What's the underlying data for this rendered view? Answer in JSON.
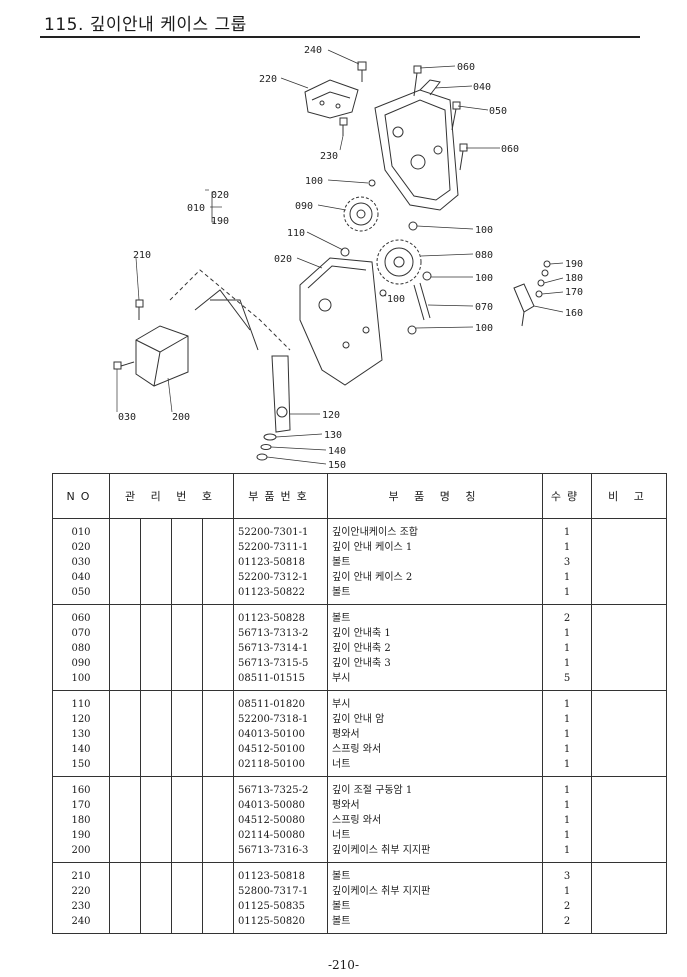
{
  "header": {
    "title": "115. 깊이안내 케이스 그룹"
  },
  "diagram": {
    "labels": {
      "l010": "010",
      "l020a": "020",
      "l190a": "190",
      "l020b": "020",
      "l030": "030",
      "l040": "040",
      "l050": "050",
      "l060a": "060",
      "l060b": "060",
      "l070": "070",
      "l080": "080",
      "l090": "090",
      "l100a": "100",
      "l100b": "100",
      "l100c": "100",
      "l100d": "100",
      "l100e": "100",
      "l110": "110",
      "l120": "120",
      "l130": "130",
      "l140": "140",
      "l150": "150",
      "l160": "160",
      "l170": "170",
      "l180": "180",
      "l190b": "190",
      "l200": "200",
      "l210": "210",
      "l220": "220",
      "l230": "230",
      "l240": "240"
    }
  },
  "table": {
    "headers": {
      "no": "NO",
      "mgmt": "관 리 번 호",
      "code": "부품번호",
      "name": "부 품 명 칭",
      "qty": "수량",
      "remark": "비 고"
    },
    "groups": [
      [
        {
          "no": "010",
          "code": "52200-7301-1",
          "name": "깊이안내케이스 조합",
          "qty": "1"
        },
        {
          "no": "020",
          "code": "52200-7311-1",
          "name": "깊이 안내 케이스 1",
          "qty": "1"
        },
        {
          "no": "030",
          "code": "01123-50818",
          "name": "볼트",
          "qty": "3"
        },
        {
          "no": "040",
          "code": "52200-7312-1",
          "name": "깊이 안내 케이스 2",
          "qty": "1"
        },
        {
          "no": "050",
          "code": "01123-50822",
          "name": "볼트",
          "qty": "1"
        }
      ],
      [
        {
          "no": "060",
          "code": "01123-50828",
          "name": "볼트",
          "qty": "2"
        },
        {
          "no": "070",
          "code": "56713-7313-2",
          "name": "깊이 안내축 1",
          "qty": "1"
        },
        {
          "no": "080",
          "code": "56713-7314-1",
          "name": "깊이 안내축 2",
          "qty": "1"
        },
        {
          "no": "090",
          "code": "56713-7315-5",
          "name": "깊이 안내축 3",
          "qty": "1"
        },
        {
          "no": "100",
          "code": "08511-01515",
          "name": "부시",
          "qty": "5"
        }
      ],
      [
        {
          "no": "110",
          "code": "08511-01820",
          "name": "부시",
          "qty": "1"
        },
        {
          "no": "120",
          "code": "52200-7318-1",
          "name": "깊이 안내 암",
          "qty": "1"
        },
        {
          "no": "130",
          "code": "04013-50100",
          "name": "평와서",
          "qty": "1"
        },
        {
          "no": "140",
          "code": "04512-50100",
          "name": "스프링 와서",
          "qty": "1"
        },
        {
          "no": "150",
          "code": "02118-50100",
          "name": "너트",
          "qty": "1"
        }
      ],
      [
        {
          "no": "160",
          "code": "56713-7325-2",
          "name": "깊이 조절 구동암 1",
          "qty": "1"
        },
        {
          "no": "170",
          "code": "04013-50080",
          "name": "평와서",
          "qty": "1"
        },
        {
          "no": "180",
          "code": "04512-50080",
          "name": "스프링 와서",
          "qty": "1"
        },
        {
          "no": "190",
          "code": "02114-50080",
          "name": "너트",
          "qty": "1"
        },
        {
          "no": "200",
          "code": "56713-7316-3",
          "name": "깊이케이스 취부 지지판",
          "qty": "1"
        }
      ],
      [
        {
          "no": "210",
          "code": "01123-50818",
          "name": "볼트",
          "qty": "3"
        },
        {
          "no": "220",
          "code": "52800-7317-1",
          "name": "깊이케이스 취부 지지판",
          "qty": "1"
        },
        {
          "no": "230",
          "code": "01125-50835",
          "name": "볼트",
          "qty": "2"
        },
        {
          "no": "240",
          "code": "01125-50820",
          "name": "볼트",
          "qty": "2"
        }
      ]
    ]
  },
  "footer": {
    "page": "-210-"
  }
}
